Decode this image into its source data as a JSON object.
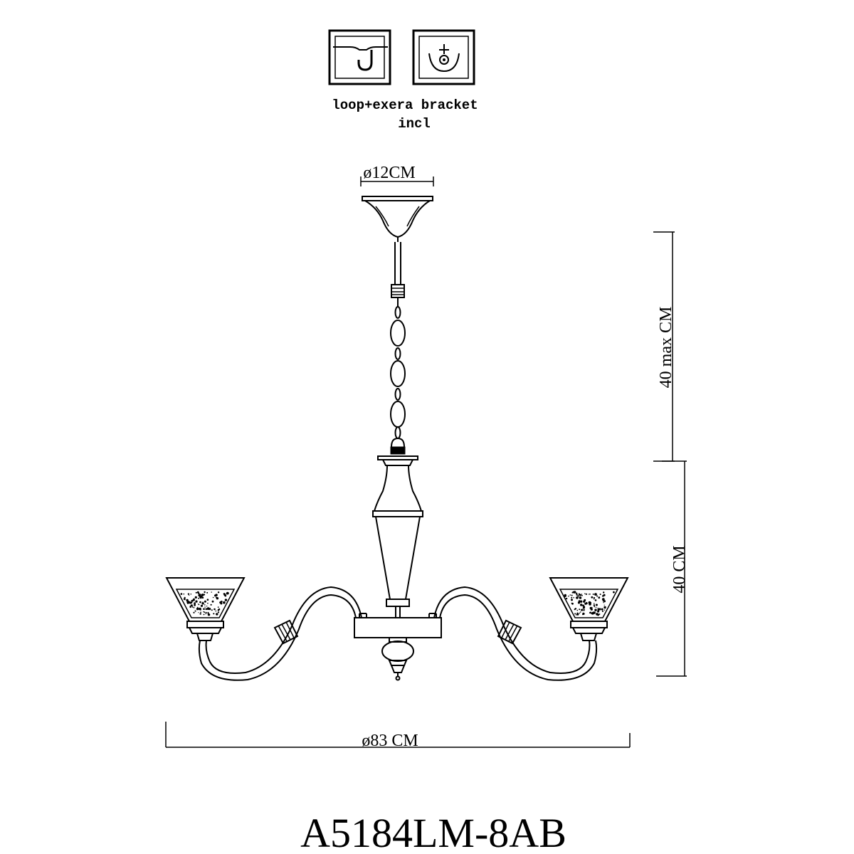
{
  "mount_note": {
    "line1": "loop+exera bracket",
    "line2": "incl"
  },
  "icons": [
    {
      "name": "loop-hook-mount-icon"
    },
    {
      "name": "bracket-mount-icon"
    }
  ],
  "dimensions": {
    "canopy_diameter": "ø12CM",
    "chain_length": "40 max CM",
    "body_height": "40 CM",
    "overall_diameter": "ø83 CM"
  },
  "model_code": "A5184LM-8AB"
}
